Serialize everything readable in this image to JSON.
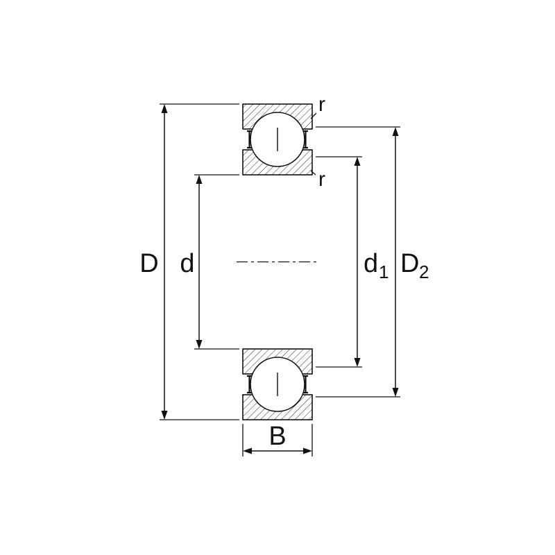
{
  "colors": {
    "line": "#111111",
    "background": "#ffffff"
  },
  "diagram": {
    "kind": "ball-bearing-cross-section-dimension-drawing",
    "labels": {
      "outer_diameter": "D",
      "bore_diameter": "d",
      "inner_shoulder_main": "d",
      "inner_shoulder_sub": "1",
      "outer_shoulder_main": "D",
      "outer_shoulder_sub": "2",
      "width": "B",
      "chamfer_top": "r",
      "chamfer_bottom": "r"
    }
  }
}
